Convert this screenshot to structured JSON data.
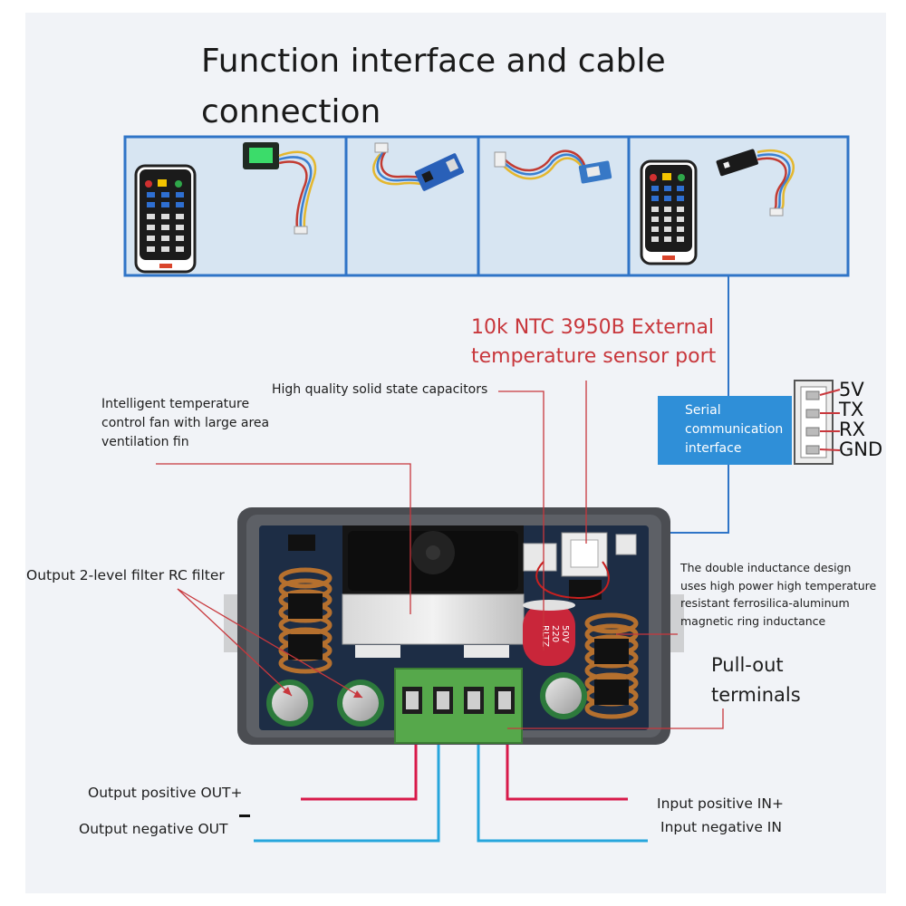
{
  "title": [
    "Function interface and cable",
    "connection"
  ],
  "labels": {
    "ntc": [
      "10k NTC 3950B External",
      "temperature sensor port"
    ],
    "capacitors": "High quality solid state capacitors",
    "fan": [
      "Intelligent temperature",
      "control fan with large area",
      "ventilation fin"
    ],
    "rc_filter": "Output 2-level filter RC filter",
    "inductance": [
      "The double inductance design",
      "uses high power high temperature",
      "resistant ferrosilica-aluminum",
      "magnetic ring inductance"
    ],
    "pullout": [
      "Pull-out",
      "terminals"
    ],
    "out_pos": "Output positive OUT+",
    "out_neg": "Output negative OUT",
    "in_pos": "Input positive IN+",
    "in_neg": "Input negative IN"
  },
  "serial": {
    "label": [
      "Serial",
      "communication",
      "interface"
    ],
    "pins": [
      "5V",
      "TX",
      "RX",
      "GND"
    ]
  },
  "device": {
    "capacitor_marking": [
      "RLTZ",
      "220",
      "50V"
    ]
  },
  "colors": {
    "frame_blue": "#2f74c7",
    "serial_blue": "#2f8fd8",
    "annotation_red": "#c8373c",
    "positive_wire": "#d8194a",
    "negative_wire": "#27a6dc",
    "terminal_green": "#56a84b"
  },
  "icons": [
    "ir-remote-icon",
    "lcd-module-icon",
    "usb-ttl-module-icon",
    "bluetooth-module-icon",
    "wifi-module-icon",
    "cooling-fan-icon",
    "inductor-coil-icon",
    "capacitor-icon",
    "screw-terminal-icon"
  ]
}
